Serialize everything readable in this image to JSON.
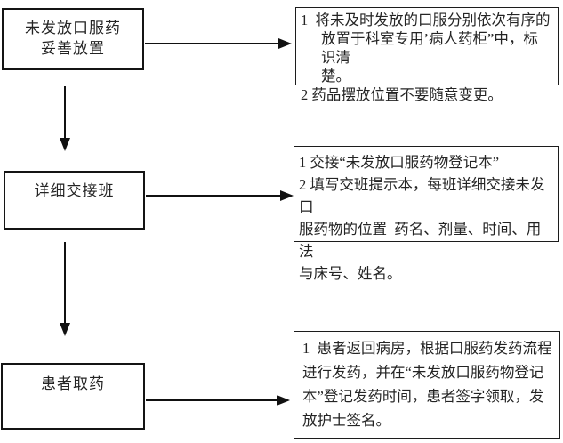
{
  "page": {
    "background": "#ffffff",
    "line_color": "#111111",
    "box_border_color": "#141414",
    "text_color": "#242424"
  },
  "steps": [
    {
      "label_lines": [
        "未发放口服药",
        "妥善放置"
      ],
      "note_lines": [
        "1  将未及时发放的口服分别依次有序的",
        "放置于科室专用’病人药柜”中，标识清",
        "楚。",
        "2 药品摆放位置不要随意变更。"
      ]
    },
    {
      "label_lines": [
        "详细交接班"
      ],
      "note_lines": [
        "1 交接“未发放口服药物登记本”",
        "2 填写交班提示本，每班详细交接未发口",
        "服药物的位置  药名、剂量、时间、用法",
        "与床号、姓名。"
      ]
    },
    {
      "label_lines": [
        "患者取药"
      ],
      "note_lines": [
        "1  患者返回病房，根据口服药发药流程",
        "进行发药，并在“未发放口服药物登记",
        "本”登记发药时间，患者签字领取，发",
        "放护士签名。"
      ]
    }
  ]
}
